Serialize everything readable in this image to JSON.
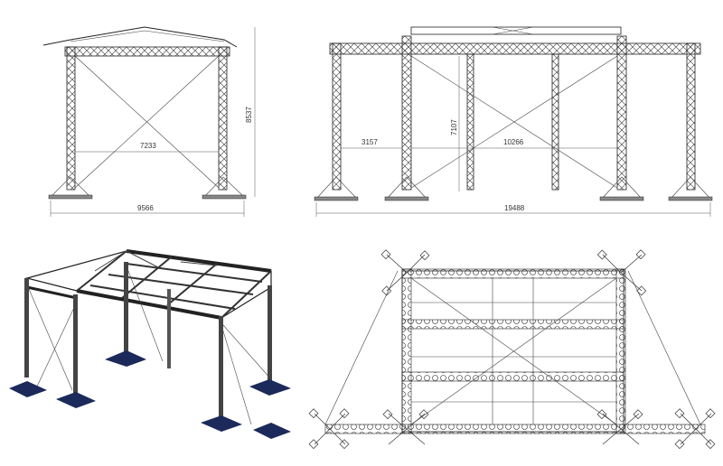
{
  "views": {
    "side": {
      "name": "side-elevation-view"
    },
    "front": {
      "name": "front-elevation-view"
    },
    "iso": {
      "name": "isometric-view"
    },
    "plan": {
      "name": "plan-view"
    }
  },
  "dimensions": {
    "side_inner_width": "7233",
    "side_outer_width": "9566",
    "side_height": "8537",
    "front_bay_left": "3157",
    "front_bay_center": "10266",
    "front_height": "7107",
    "front_total_width": "19488"
  },
  "colors": {
    "line": "#222222",
    "base_plate": "#1b2a5a",
    "dimension": "#555555"
  }
}
